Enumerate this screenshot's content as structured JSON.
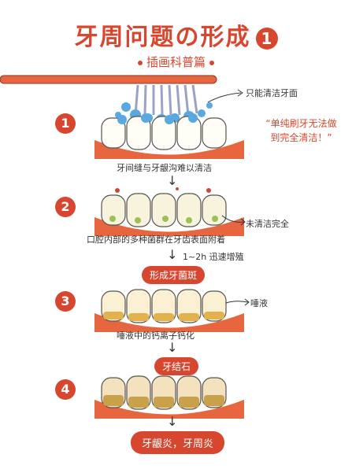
{
  "title": "牙周问题の形成",
  "title_number": "1",
  "subtitle": "插画科普篇",
  "callouts": {
    "clean_surface": "只能清洁牙面",
    "brush_note_line1": "“单纯刷牙无法做",
    "brush_note_line2": "到完全清洁！”",
    "not_clean": "未清洁完全",
    "saliva": "唾液"
  },
  "steps": [
    {
      "number": "1",
      "caption": "牙间缝与牙龈沟难以清洁"
    },
    {
      "number": "2",
      "caption": "口腔内部的多种菌群在牙齿表面附着"
    },
    {
      "number": "3",
      "caption": "唾液中的钙离子钙化"
    },
    {
      "number": "4",
      "caption": ""
    }
  ],
  "time_note": "1~2h 迅速增殖",
  "stage_pills": {
    "plaque": "形成牙菌斑",
    "calculus": "牙结石",
    "result": "牙龈炎，牙周炎"
  },
  "colors": {
    "accent": "#d7472f",
    "gum": "#e8663f",
    "tooth": "#fffdf5"
  }
}
